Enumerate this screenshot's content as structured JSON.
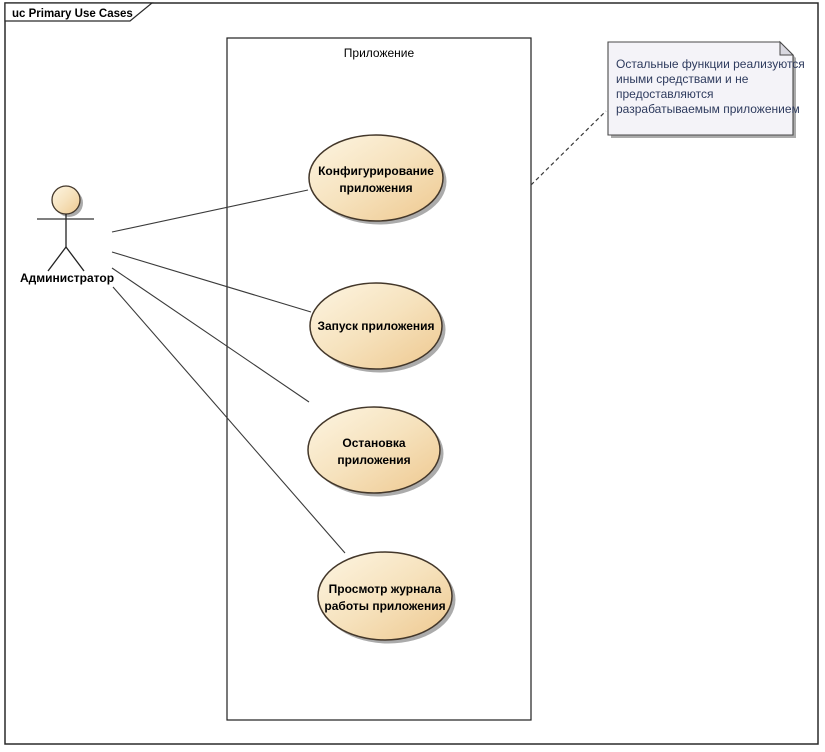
{
  "frame": {
    "title": "uc Primary Use Cases"
  },
  "boundary": {
    "label": "Приложение"
  },
  "actor": {
    "label": "Администратор"
  },
  "use_cases": [
    {
      "id": "configure-application",
      "lines": [
        "Конфигурирование",
        "приложения"
      ]
    },
    {
      "id": "start-application",
      "lines": [
        "Запуск приложения"
      ]
    },
    {
      "id": "stop-application",
      "lines": [
        "Остановка",
        "приложения"
      ]
    },
    {
      "id": "view-application-log",
      "lines": [
        "Просмотр журнала",
        "работы приложения"
      ]
    }
  ],
  "note": {
    "lines": [
      "Остальные функции реализуются",
      "иными средствами и не",
      "предоставляются",
      "разрабатываемым приложением"
    ]
  },
  "colors": {
    "usecase_fill_light": "#fdf5e2",
    "usecase_fill_mid": "#f6e2bd",
    "usecase_fill_dark": "#eec88f",
    "usecase_stroke": "#43372a",
    "note_fill": "#f4f3f8",
    "note_fold": "#d9d8e0",
    "note_text": "#2e3b5e",
    "connector": "#3a3a3a",
    "frame_stroke": "#2a2a2a",
    "shadow": "#ababab"
  }
}
